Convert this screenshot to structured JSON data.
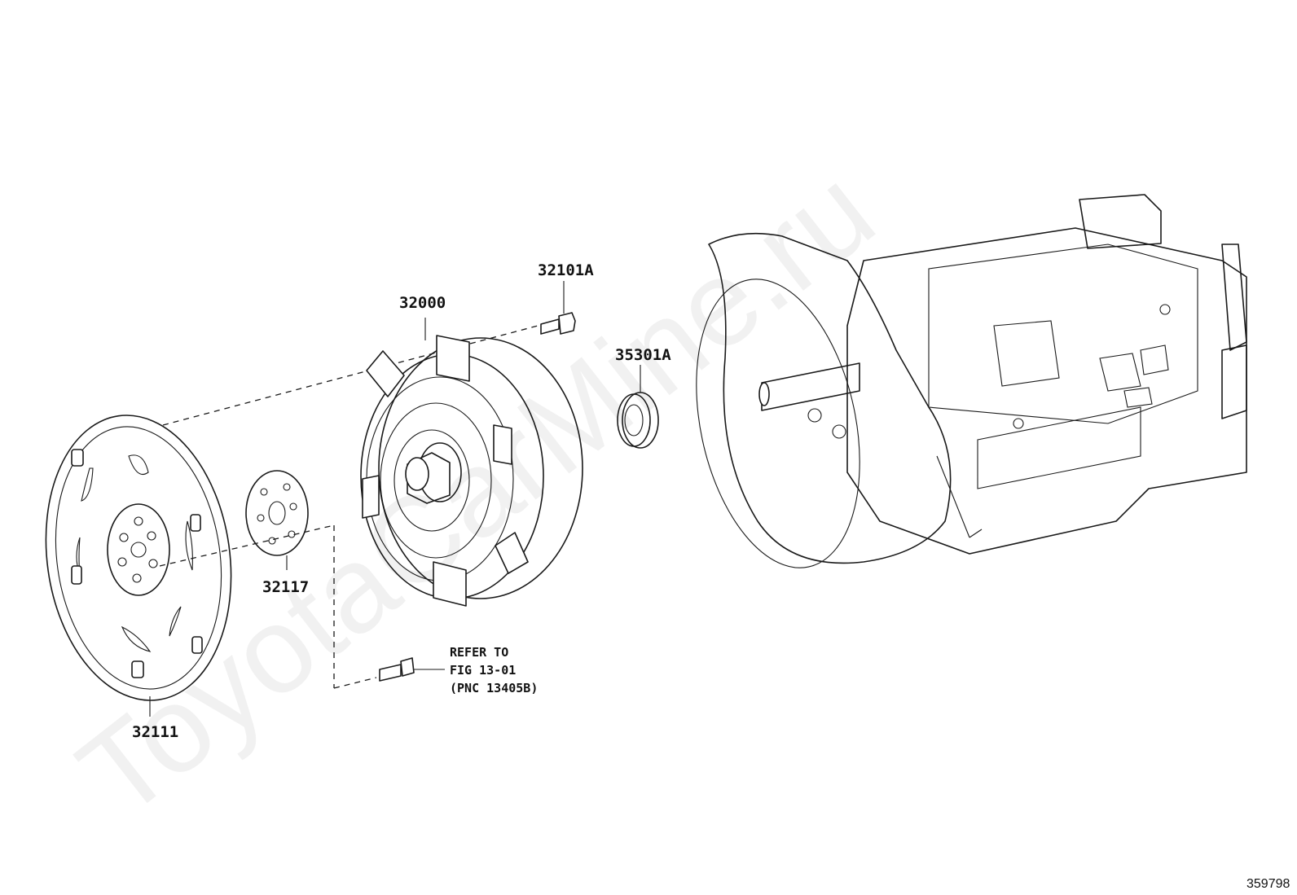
{
  "watermark": "ToyotaCarMine.ru",
  "figure_id": "359798",
  "parts": {
    "drive_plate": "32111",
    "spacer": "32117",
    "torque_converter": "32000",
    "bolt": "32101A",
    "oil_seal": "35301A"
  },
  "refer_note": {
    "line1": "REFER TO",
    "line2": "FIG 13-01",
    "line3": "(PNC 13405B)"
  }
}
